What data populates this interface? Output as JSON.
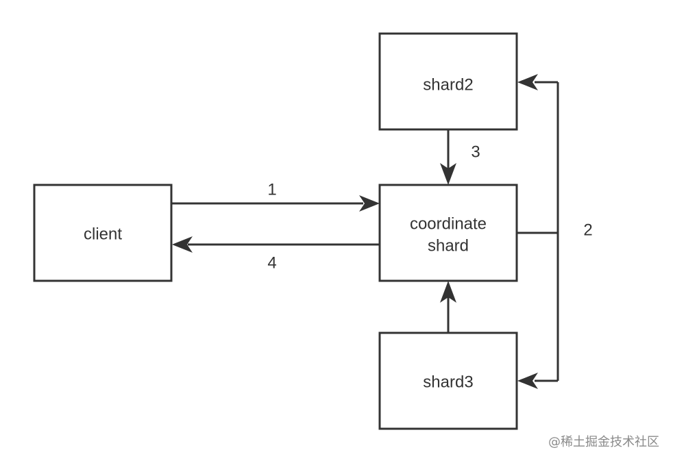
{
  "nodes": {
    "client": "client",
    "coordinate_line1": "coordinate",
    "coordinate_line2": "shard",
    "shard2": "shard2",
    "shard3": "shard3"
  },
  "edges": {
    "request": "1",
    "fanout": "2",
    "shard_reply": "3",
    "response": "4"
  },
  "watermark": "@稀土掘金技术社区",
  "colors": {
    "stroke": "#333333",
    "background": "#ffffff",
    "watermark": "#8a8a8a"
  }
}
